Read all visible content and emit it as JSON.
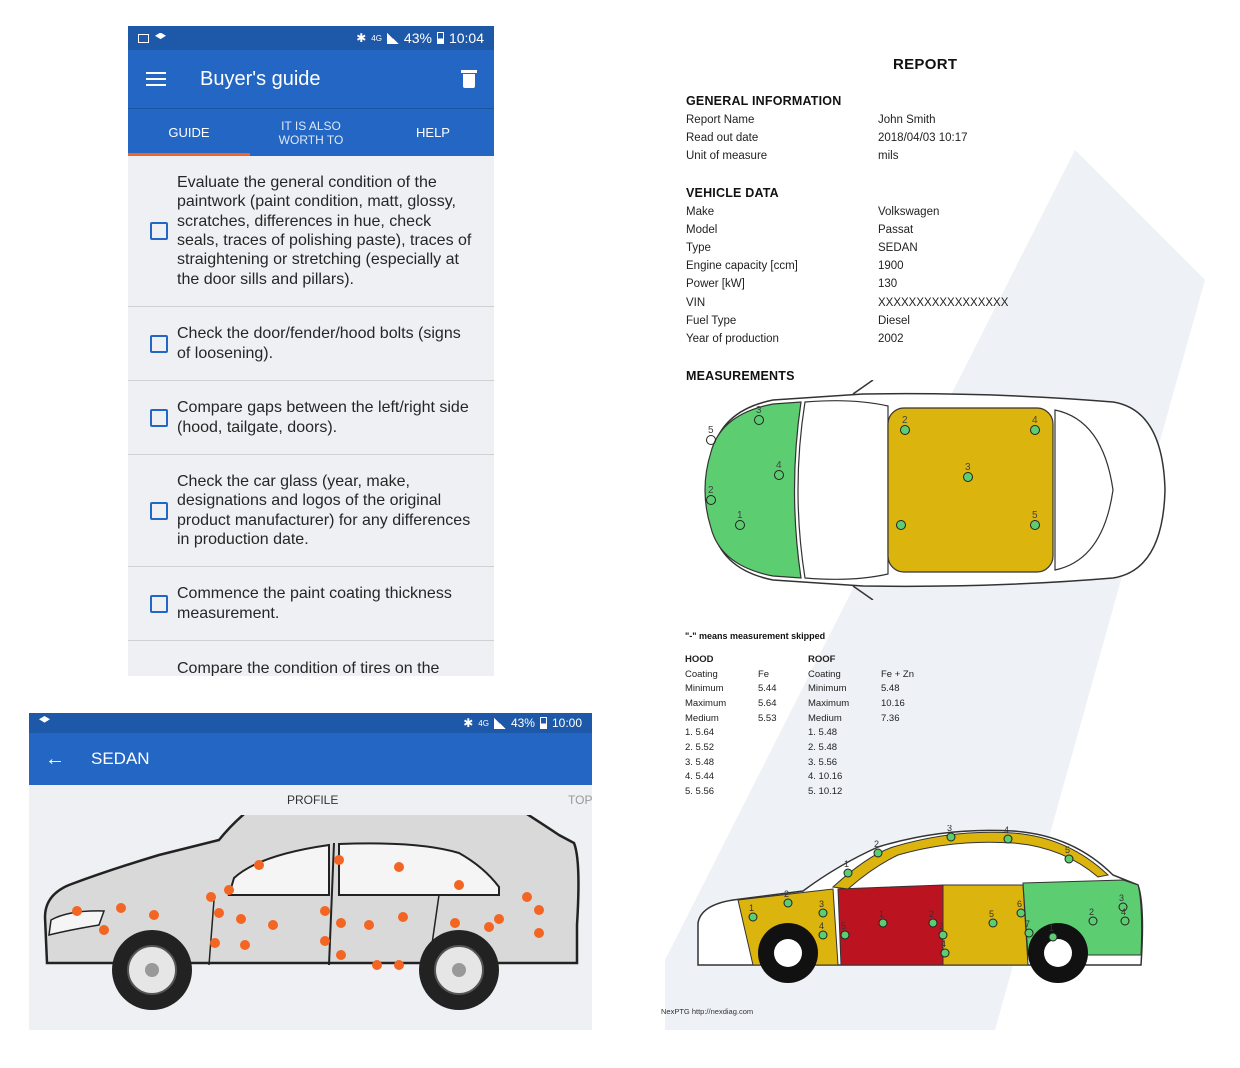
{
  "phone_guide": {
    "status": {
      "icons": [
        "image-icon",
        "layers-icon"
      ],
      "network": "4G",
      "battery": "43%",
      "time": "10:04"
    },
    "header": {
      "title": "Buyer's guide"
    },
    "tabs": [
      {
        "label": "GUIDE",
        "active": true
      },
      {
        "label": "IT IS ALSO\nWORTH TO",
        "active": false
      },
      {
        "label": "HELP",
        "active": false
      }
    ],
    "items": [
      "Evaluate the general condition of the paintwork (paint condition, matt, glossy, scratches, differences in hue, check seals, traces of polishing paste), traces of straightening or stretching (especially at the door sills and pillars).",
      "Check the door/fender/hood bolts (signs of loosening).",
      "Compare gaps between the left/right side (hood, tailgate, doors).",
      "Check the car glass (year, make, designations and logos of the original product manufacturer) for any differences in production date.",
      "Commence the paint coating thickness measurement.",
      "Compare the condition of tires on the"
    ]
  },
  "phone_sedan": {
    "status": {
      "network": "4G",
      "battery": "43%",
      "time": "10:00"
    },
    "header": {
      "title": "SEDAN"
    },
    "view_tabs": {
      "profile": "PROFILE",
      "top": "TOP"
    },
    "marker_color": "#f26522"
  },
  "report": {
    "title": "REPORT",
    "general": {
      "heading": "GENERAL INFORMATION",
      "rows": [
        {
          "k": "Report Name",
          "v": "John Smith"
        },
        {
          "k": "Read out date",
          "v": "2018/04/03 10:17"
        },
        {
          "k": "Unit of measure",
          "v": "mils"
        }
      ]
    },
    "vehicle": {
      "heading": "VEHICLE DATA",
      "rows": [
        {
          "k": "Make",
          "v": "Volkswagen"
        },
        {
          "k": "Model",
          "v": "Passat"
        },
        {
          "k": "Type",
          "v": "SEDAN"
        },
        {
          "k": "Engine capacity [ccm]",
          "v": "1900"
        },
        {
          "k": "Power [kW]",
          "v": "130"
        },
        {
          "k": "VIN",
          "v": "XXXXXXXXXXXXXXXXX"
        },
        {
          "k": "Fuel Type",
          "v": "Diesel"
        },
        {
          "k": "Year of production",
          "v": "2002"
        }
      ]
    },
    "measurements_heading": "MEASUREMENTS",
    "skip_note": "\"-\" means measurement skipped",
    "hood": {
      "heading": "HOOD",
      "coating": [
        "Coating",
        "Fe"
      ],
      "minimum": [
        "Minimum",
        "5.44"
      ],
      "maximum": [
        "Maximum",
        "5.64"
      ],
      "medium": [
        "Medium",
        "5.53"
      ],
      "points": [
        "1.  5.64",
        "2.  5.52",
        "3.  5.48",
        "4.  5.44",
        "5.  5.56"
      ]
    },
    "roof": {
      "heading": "ROOF",
      "coating": [
        "Coating",
        "Fe + Zn"
      ],
      "minimum": [
        "Minimum",
        "5.48"
      ],
      "maximum": [
        "Maximum",
        "10.16"
      ],
      "medium": [
        "Medium",
        "7.36"
      ],
      "points": [
        "1.  5.48",
        "2.  5.48",
        "3.  5.56",
        "4.  10.16",
        "5.  10.12"
      ]
    },
    "top_view_labels": [
      "1",
      "2",
      "3",
      "4",
      "5",
      "2",
      "3",
      "4",
      "5"
    ],
    "side_view_labels": [
      "1",
      "2",
      "3",
      "4",
      "5",
      "1",
      "2",
      "3",
      "4",
      "5",
      "1",
      "2",
      "3",
      "4",
      "5",
      "6",
      "7",
      "1",
      "2",
      "3",
      "4"
    ],
    "footer": "NexPTG http://nexdiag.com",
    "colors": {
      "green": "#5dcd72",
      "yellow": "#dcb40e",
      "red": "#bb1420",
      "watermark": "#dde3ea"
    }
  }
}
